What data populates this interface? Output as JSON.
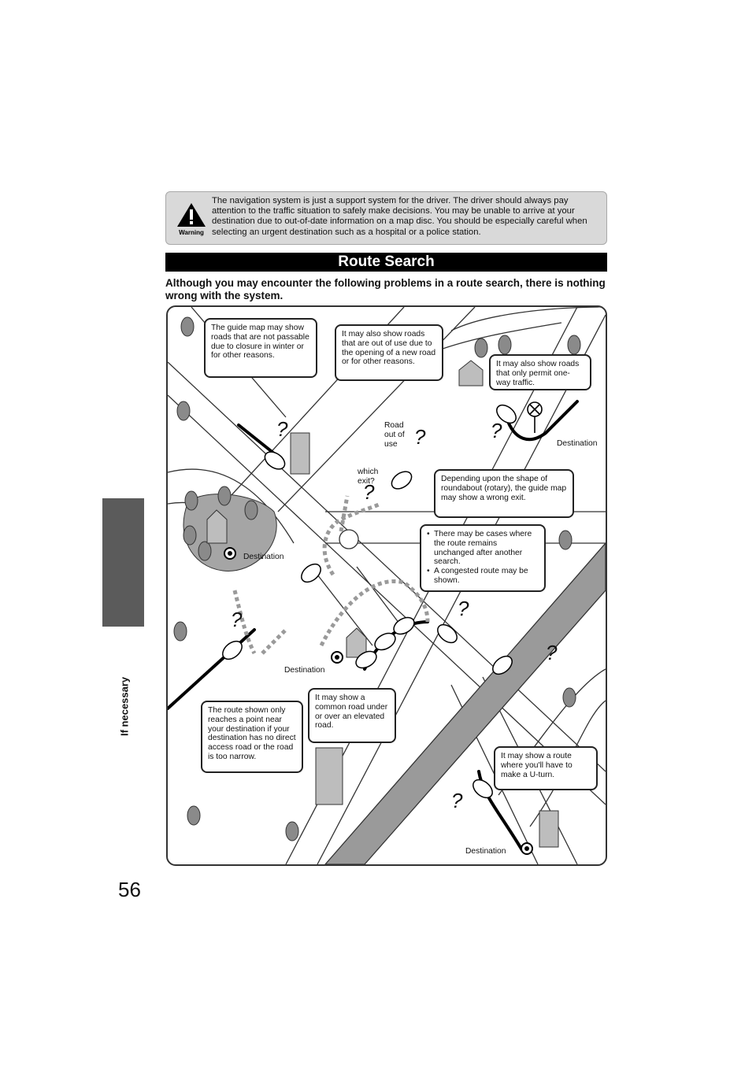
{
  "page": {
    "number": "56",
    "side_tab_label": "If necessary"
  },
  "warning": {
    "icon_label": "Warning",
    "icon": "warning-triangle-icon",
    "text": "The navigation system is just a support system for the driver. The driver should always pay attention to the traffic situation to safely make decisions. You may be unable to arrive at your destination due to out-of-date information on a map disc. You should be especially careful when selecting an urgent destination such as a hospital or a police station."
  },
  "section": {
    "title": "Route Search",
    "intro": "Although you may encounter the following problems in a route search, there is nothing wrong with the system."
  },
  "illustration": {
    "callouts": {
      "closed_roads": "The guide map may show roads that are not passable due to closure in winter or for other reasons.",
      "out_of_use": "It may also show roads that are out of use due to the opening of a new road or for other reasons.",
      "one_way": "It may also show roads that only permit one-way traffic.",
      "roundabout": "Depending upon the shape of roundabout (rotary), the guide map may show a wrong exit.",
      "unchanged_1": "There may be cases where the route remains unchanged after another search.",
      "unchanged_2": "A congested route may be shown.",
      "bullet": "•",
      "elevated": "It may show a common road under or over an elevated road.",
      "near_point": "The route shown only reaches a point near your destination if your destination has no direct access road or the road is too narrow.",
      "u_turn": "It may show a route where you'll have to make a U-turn."
    },
    "labels": {
      "road_out_of_use": "Road out of use",
      "which_exit": "which exit?",
      "destination": "Destination",
      "question_mark": "?"
    }
  }
}
